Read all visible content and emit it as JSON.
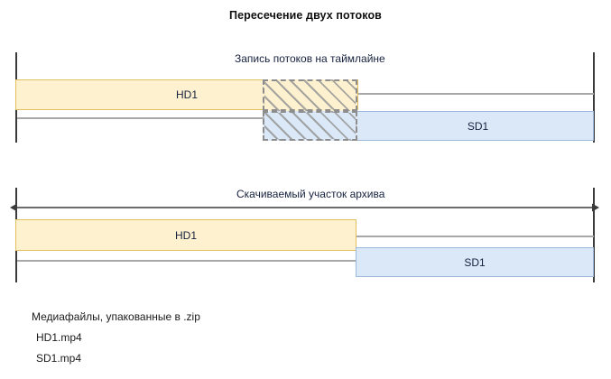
{
  "title": "Пересечение двух потоков",
  "sections": [
    {
      "id": "timeline",
      "label": "Запись потоков на таймлайне",
      "bars": [
        {
          "name": "hd1",
          "label": "HD1"
        },
        {
          "name": "sd1",
          "label": "SD1"
        }
      ],
      "overlap": {
        "name": "overlap-region",
        "label": "",
        "style": "hatched-dashed"
      }
    },
    {
      "id": "archive",
      "label": "Скачиваемый участок архива",
      "bars": [
        {
          "name": "hd1",
          "label": "HD1"
        },
        {
          "name": "sd1",
          "label": "SD1"
        }
      ]
    }
  ],
  "footer": {
    "heading": "Медиафайлы, упакованные в .zip",
    "files": [
      "HD1.mp4",
      "SD1.mp4"
    ]
  },
  "colors": {
    "hd_fill": "#fdf1d0",
    "hd_border": "#e0c060",
    "sd_fill": "#dbe8f8",
    "sd_border": "#9cb8dd",
    "guide_line": "#a8a8a8",
    "tick": "#3b3b3b",
    "hatch_border": "#8d8d8d",
    "text": "#16213e"
  }
}
